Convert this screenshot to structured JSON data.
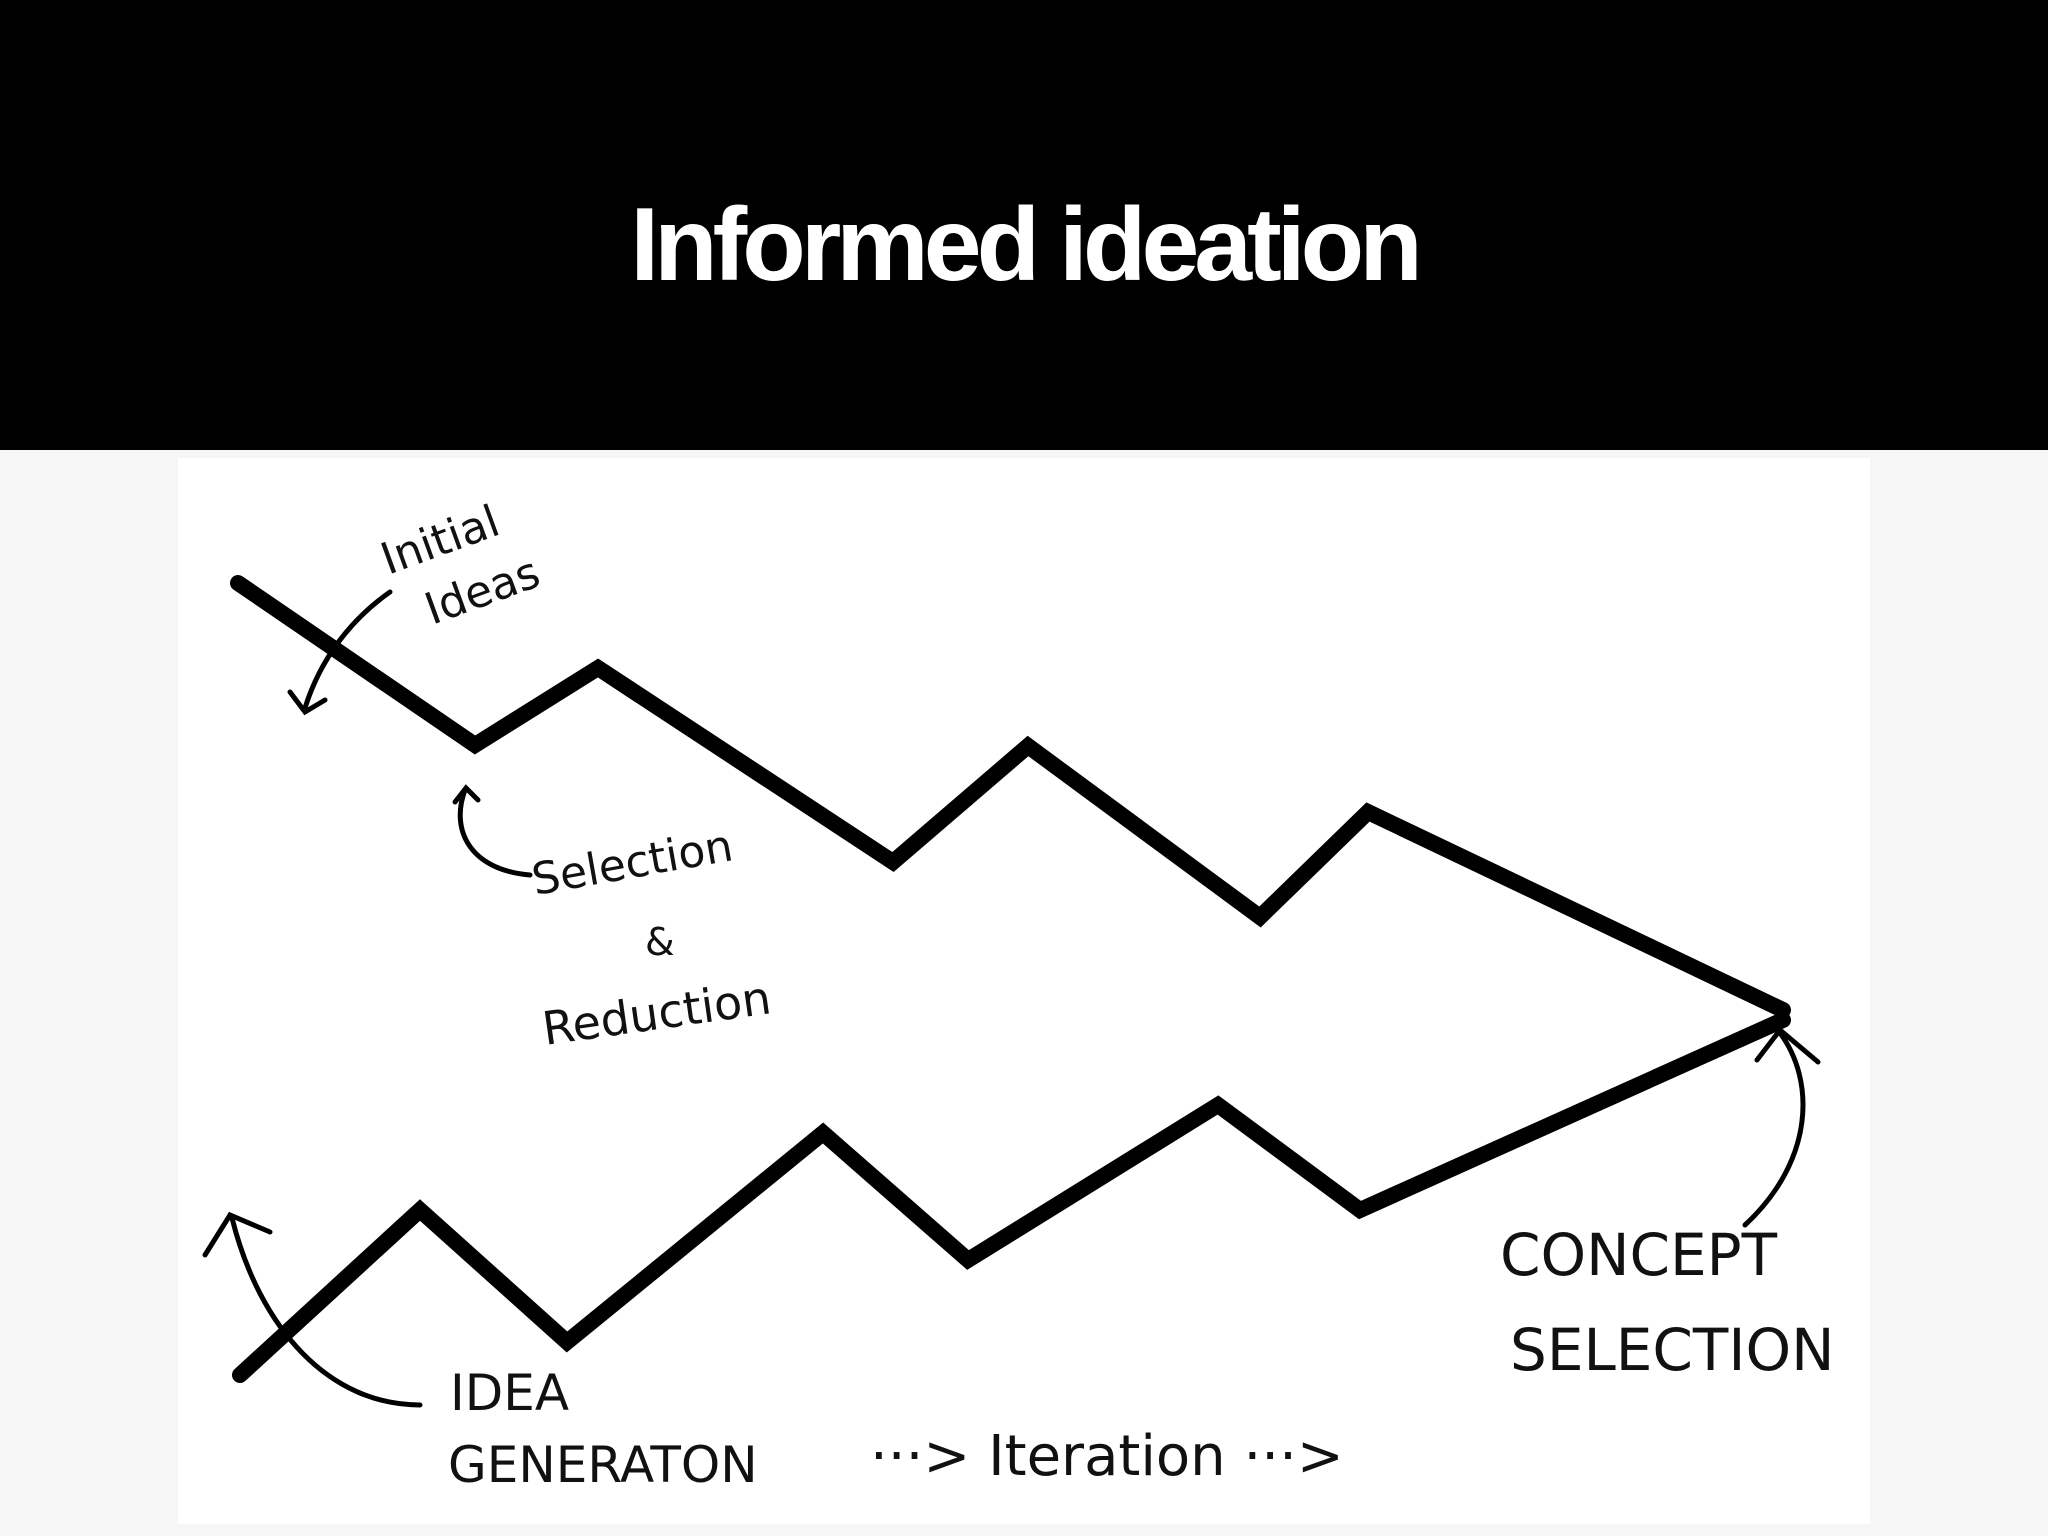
{
  "slide": {
    "title": "Informed ideation",
    "background_color": "#000000",
    "title_color": "#ffffff"
  },
  "diagram": {
    "annotations": {
      "initial_ideas_line1": "Initial",
      "initial_ideas_line2": "Ideas",
      "selection": "Selection",
      "ampersand": "&",
      "reduction": "Reduction",
      "idea_generation_line1": "IDEA",
      "idea_generation_line2": "GENERATON",
      "iteration": "···> Iteration ···>",
      "concept_line1": "CONCEPT",
      "concept_line2": "SELECTION"
    },
    "stroke_color": "#000000"
  }
}
